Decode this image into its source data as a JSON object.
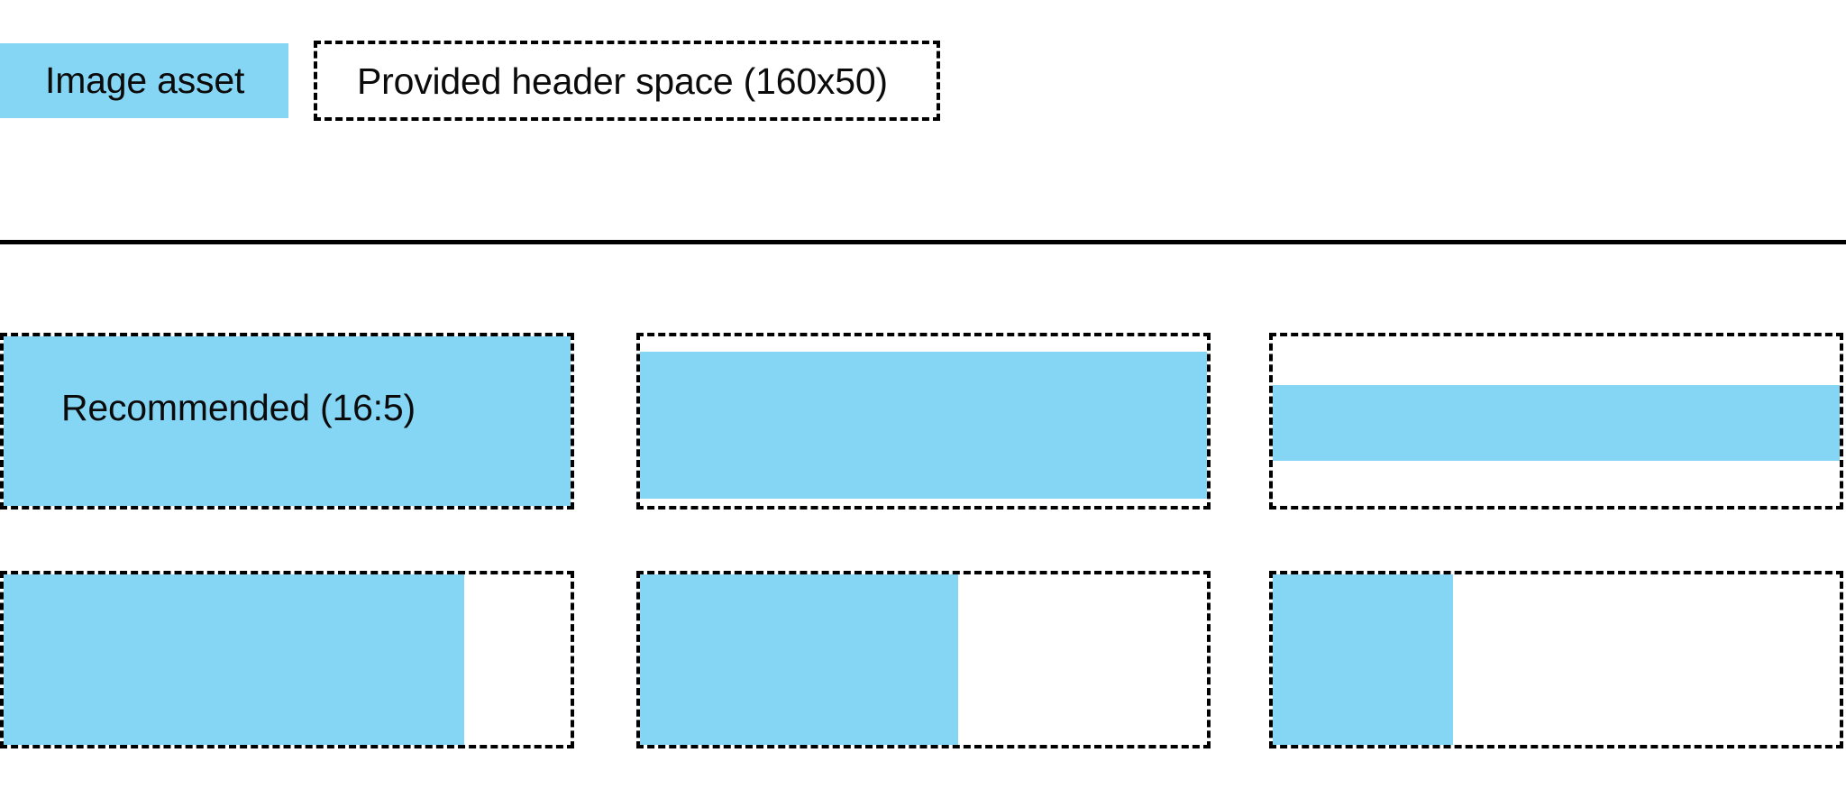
{
  "page": {
    "background_color": "#ffffff",
    "accent_color": "#85D6F5",
    "outline_color": "#000000",
    "text_color": "#0b0b0b"
  },
  "header": {
    "asset_swatch_label": "Image asset",
    "provided_space_label": "Provided header space (160x50)",
    "provided_space_dimensions": "160x50"
  },
  "divider": {
    "present": true
  },
  "examples": {
    "recommended_label": "Recommended (16:5)",
    "recommended_ratio": "16:5",
    "rows": [
      {
        "name": "vertical-fit-row",
        "cells": [
          {
            "name": "recommended-full-bleed",
            "fill": "full"
          },
          {
            "name": "vertical-inset-medium",
            "fill": "inset"
          },
          {
            "name": "vertical-inset-short",
            "fill": "band"
          }
        ]
      },
      {
        "name": "horizontal-fit-row",
        "cells": [
          {
            "name": "horizontal-wide",
            "fill": "wide"
          },
          {
            "name": "horizontal-medium",
            "fill": "medium"
          },
          {
            "name": "horizontal-narrow",
            "fill": "narrow"
          }
        ]
      }
    ]
  }
}
